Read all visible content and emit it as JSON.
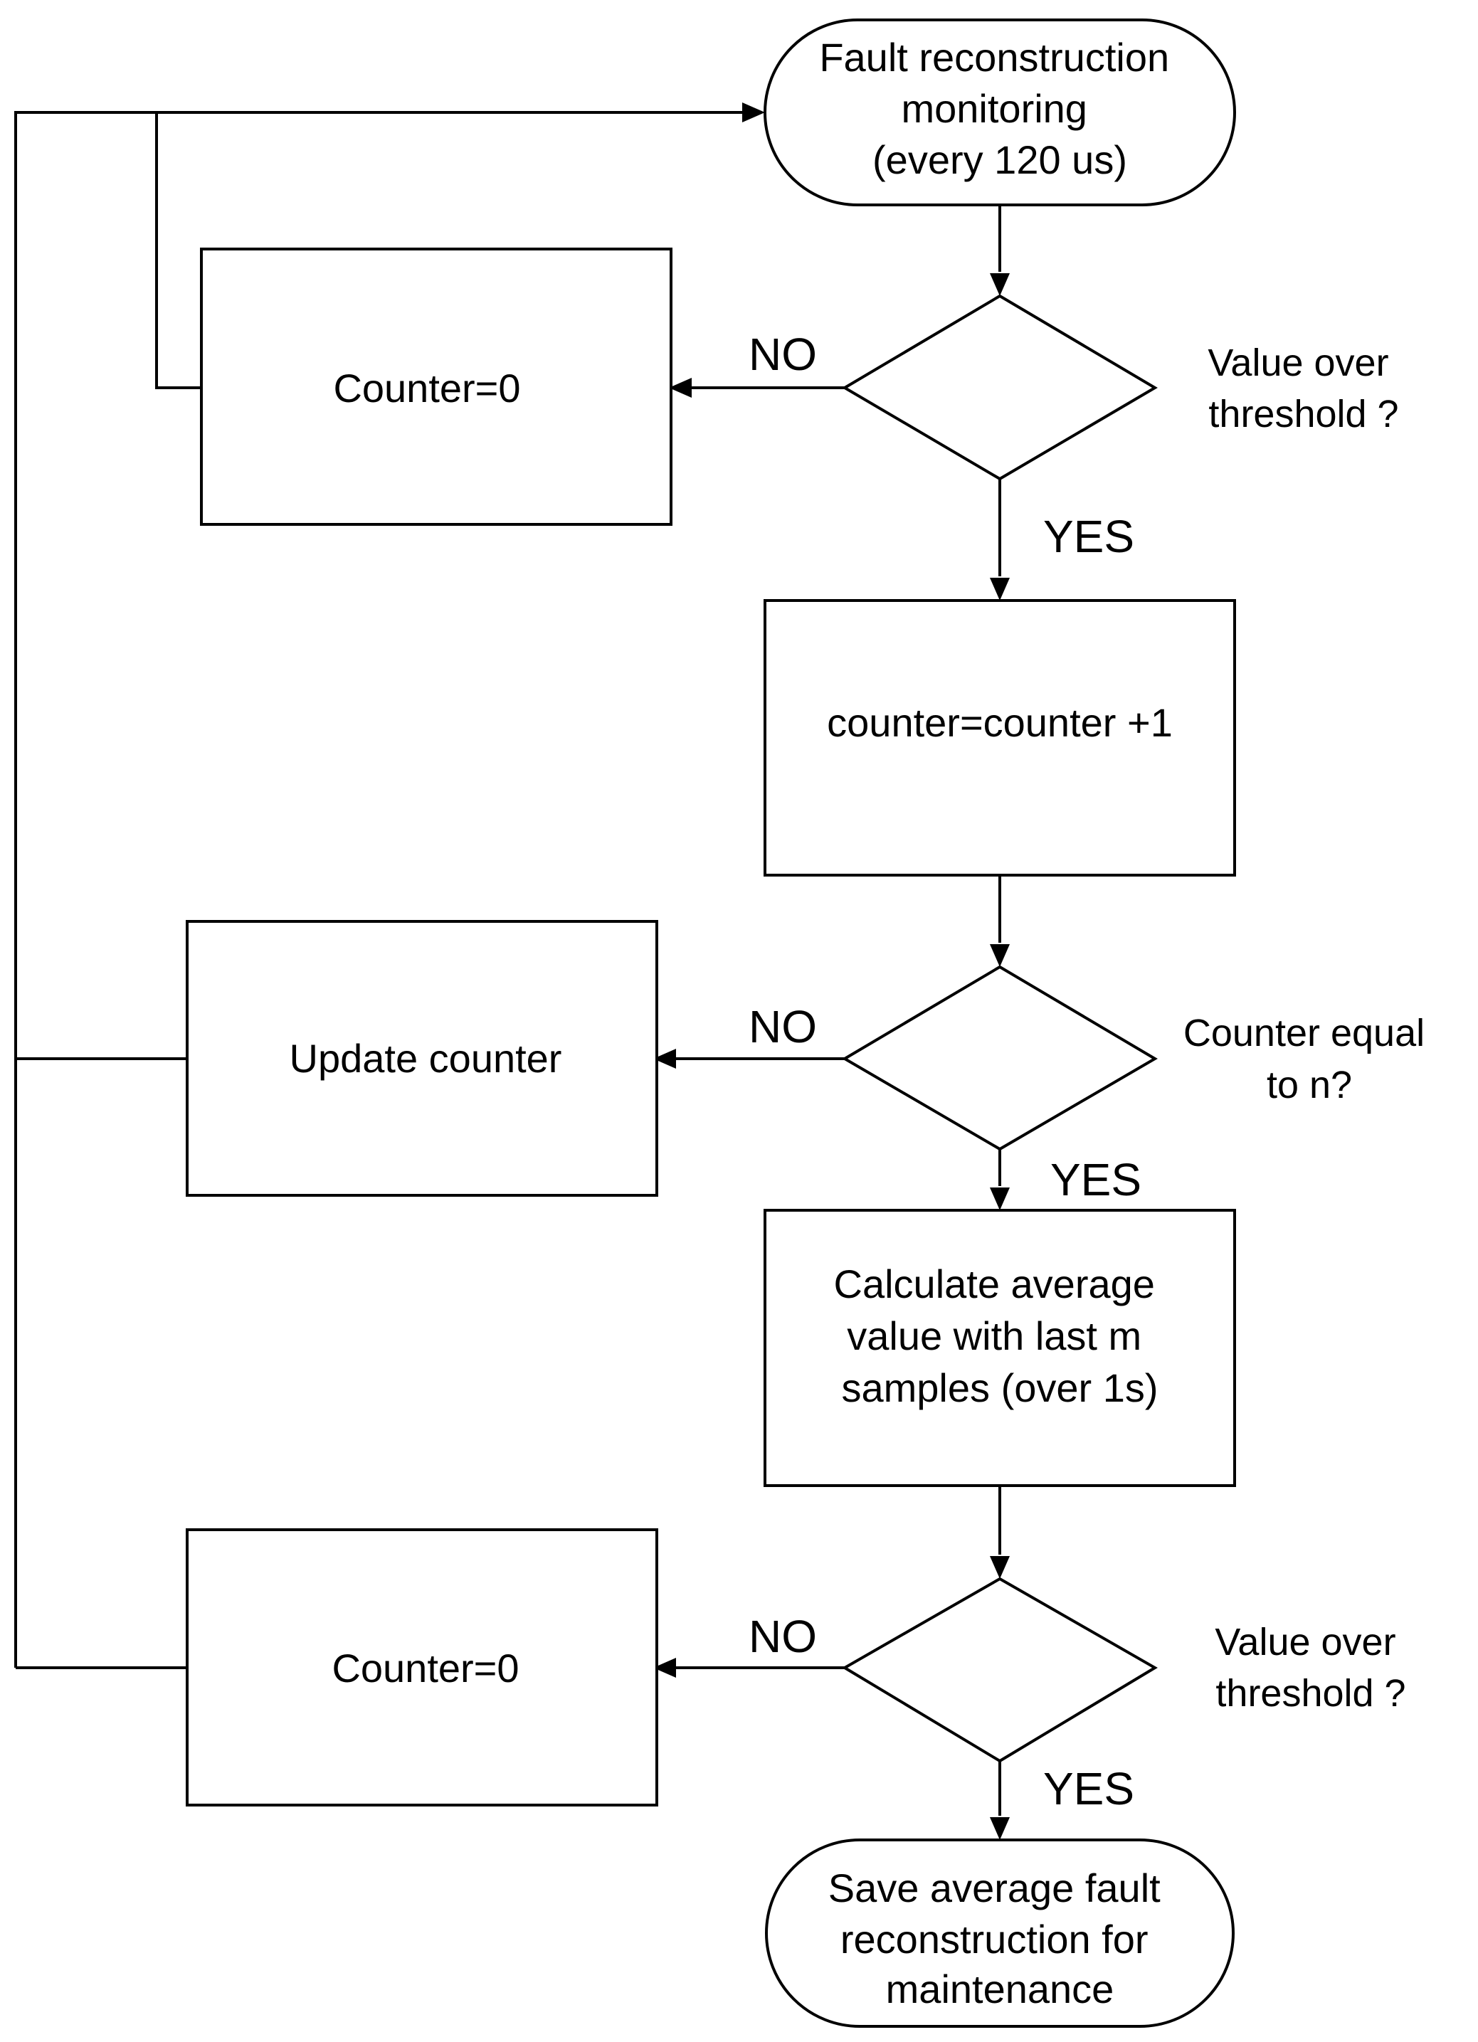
{
  "nodes": {
    "start": {
      "lines": [
        "Fault reconstruction",
        "monitoring",
        "(every 120 us)"
      ]
    },
    "counter_reset_1": {
      "lines": [
        "Counter=0"
      ]
    },
    "increment": {
      "lines": [
        "counter=counter +1"
      ]
    },
    "update_counter": {
      "lines": [
        "Update counter"
      ]
    },
    "calculate": {
      "lines": [
        "Calculate average",
        "value with last m",
        "samples (over 1s)"
      ]
    },
    "counter_reset_2": {
      "lines": [
        "Counter=0"
      ]
    },
    "end": {
      "lines": [
        "Save average fault",
        "reconstruction for",
        "maintenance"
      ]
    }
  },
  "decisions": {
    "d1": {
      "lines": [
        "Value over",
        "threshold ?"
      ],
      "no_label": "NO",
      "yes_label": "YES"
    },
    "d2": {
      "lines": [
        "Counter equal",
        "to n?"
      ],
      "no_label": "NO",
      "yes_label": "YES"
    },
    "d3": {
      "lines": [
        "Value over",
        "threshold ?"
      ],
      "no_label": "NO",
      "yes_label": "YES"
    }
  }
}
